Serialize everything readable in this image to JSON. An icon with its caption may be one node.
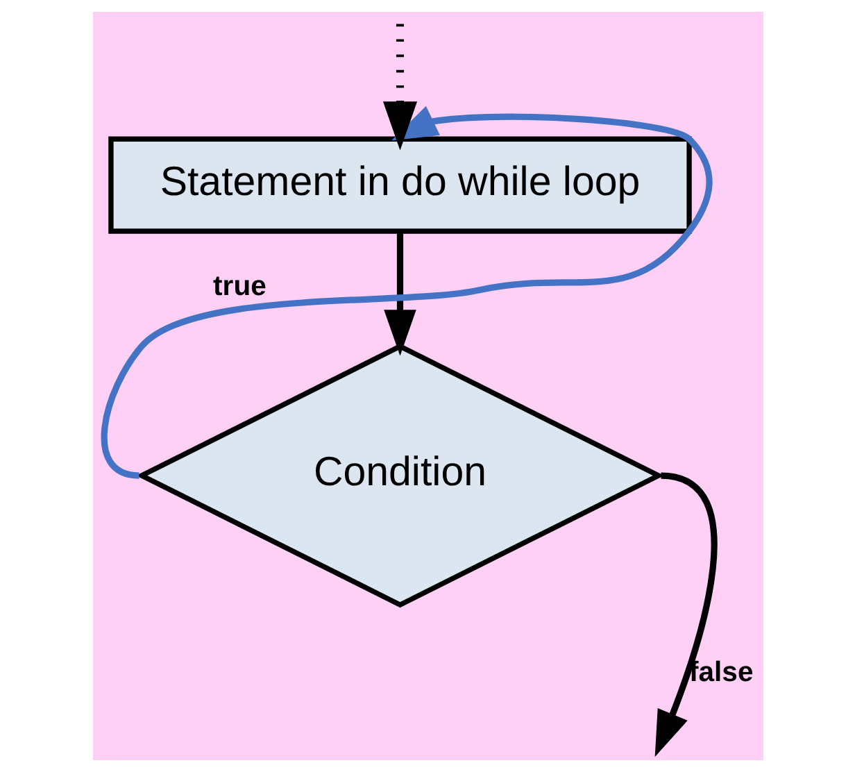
{
  "diagram": {
    "nodes": [
      {
        "text": [
          "Statement in do while loop"
        ]
      },
      {
        "text": [
          "Condition"
        ]
      }
    ],
    "edges": [
      {
        "from": null,
        "to": 0,
        "arrow": "to",
        "style": "dashed"
      },
      {
        "from": 0,
        "to": 1,
        "arrow": "to"
      },
      {
        "from": 1,
        "to": 0,
        "arrow": "to",
        "label": "true",
        "color": "#4472c4"
      },
      {
        "from": 1,
        "to": null,
        "arrow": "to",
        "label": "false"
      }
    ]
  }
}
